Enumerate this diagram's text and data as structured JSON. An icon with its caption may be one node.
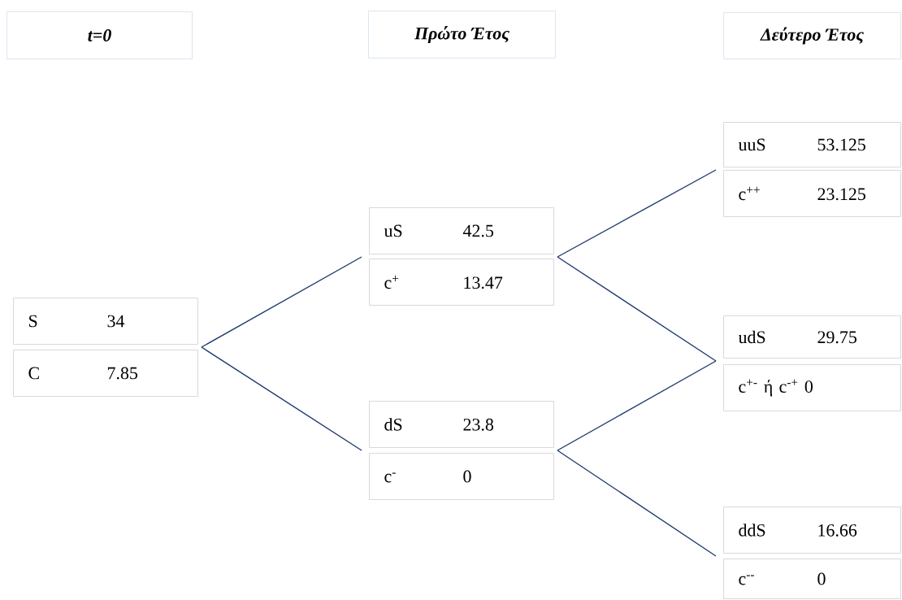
{
  "diagram": {
    "nodes": [
      {
        "text": [
          "t=0"
        ]
      },
      {
        "text": [
          "Πρώτο Έτος"
        ]
      },
      {
        "text": [
          "Δεύτερο Έτος"
        ]
      },
      {
        "text": [
          "S",
          "34"
        ]
      },
      {
        "text": [
          "C",
          "7.85"
        ]
      },
      {
        "text": [
          "uS",
          "42.5"
        ]
      },
      {
        "text": [
          "c$^{+}$",
          "13.47"
        ]
      },
      {
        "text": [
          "dS",
          "23.8"
        ]
      },
      {
        "text": [
          "c$^{-}$",
          "0"
        ]
      },
      {
        "text": [
          "uuS",
          "53.125"
        ]
      },
      {
        "text": [
          "c$^{++}$",
          "23.125"
        ]
      },
      {
        "text": [
          "udS",
          "29.75"
        ]
      },
      {
        "text": [
          "c$^{+-}$ ή c$^{-+}$ 0"
        ]
      },
      {
        "text": [
          "ddS",
          "16.66"
        ]
      },
      {
        "text": [
          "c$^{--}$",
          "0"
        ]
      }
    ],
    "edges": [
      {
        "from": 3,
        "to": 5,
        "arrow": "none"
      },
      {
        "from": 3,
        "to": 7,
        "arrow": "none"
      },
      {
        "from": 5,
        "to": 9,
        "arrow": "none"
      },
      {
        "from": 5,
        "to": 11,
        "arrow": "none"
      },
      {
        "from": 7,
        "to": 11,
        "arrow": "none"
      },
      {
        "from": 7,
        "to": 13,
        "arrow": "none"
      }
    ]
  }
}
